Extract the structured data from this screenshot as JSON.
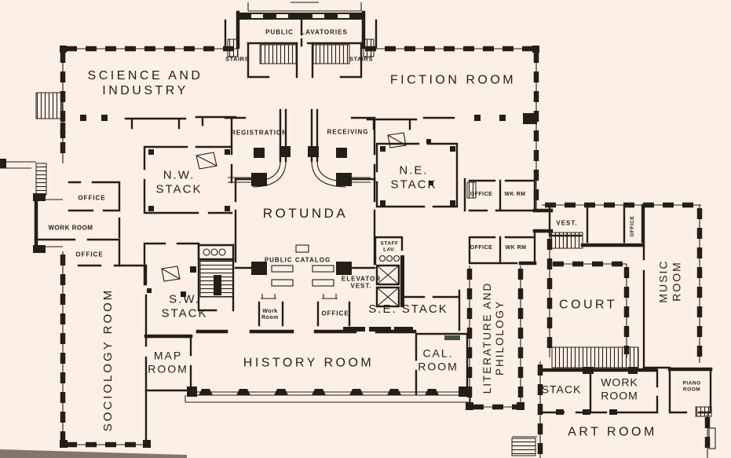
{
  "colors": {
    "paper": "#fcefe5",
    "ink": "#241e18"
  },
  "labels": {
    "public": "PUBLIC",
    "lavatories": "LAVATORIES",
    "stairs_left": "STAIRS",
    "stairs_right": "STAIRS",
    "science_industry": "SCIENCE AND\nINDUSTRY",
    "fiction_room": "FICTION ROOM",
    "registration": "REGISTRATION",
    "receiving": "RECEIVING",
    "nw_stack": "N.W.\nSTACK",
    "ne_stack": "N.E.\nSTACK",
    "rotunda": "ROTUNDA",
    "office_nw": "OFFICE",
    "work_room_west": "WORK ROOM",
    "office_sw": "OFFICE",
    "sociology_room": "SOCIOLOGY ROOM",
    "public_catalog": "PUBLIC CATALOG",
    "staff_lav": "STAFF\nLAV.",
    "elevator_vest": "ELEVATOR\nVEST.",
    "sw_stack": "S.W.\nSTACK",
    "se_stack": "S.E. STACK",
    "work_room_center": "Work\nRoom",
    "office_center": "OFFICE",
    "map_room": "MAP\nROOM",
    "history_room": "HISTORY ROOM",
    "cal_room": "CAL.\nROOM",
    "literature_philology": "LITERATURE AND\nPHILOLOGY",
    "office_east_1": "OFFICE",
    "wk_rm_east_1": "WK RM",
    "office_east_2": "OFFICE",
    "wk_rm_east_2": "WK RM",
    "vest": "VEST.",
    "office_annex": "OFFICE",
    "music_room": "MUSIC ROOM",
    "court": "COURT",
    "stack_annex": "STACK",
    "work_room_annex": "WORK\nROOM",
    "piano_room": "PIANO\nROOM",
    "art_room": "ART ROOM"
  }
}
